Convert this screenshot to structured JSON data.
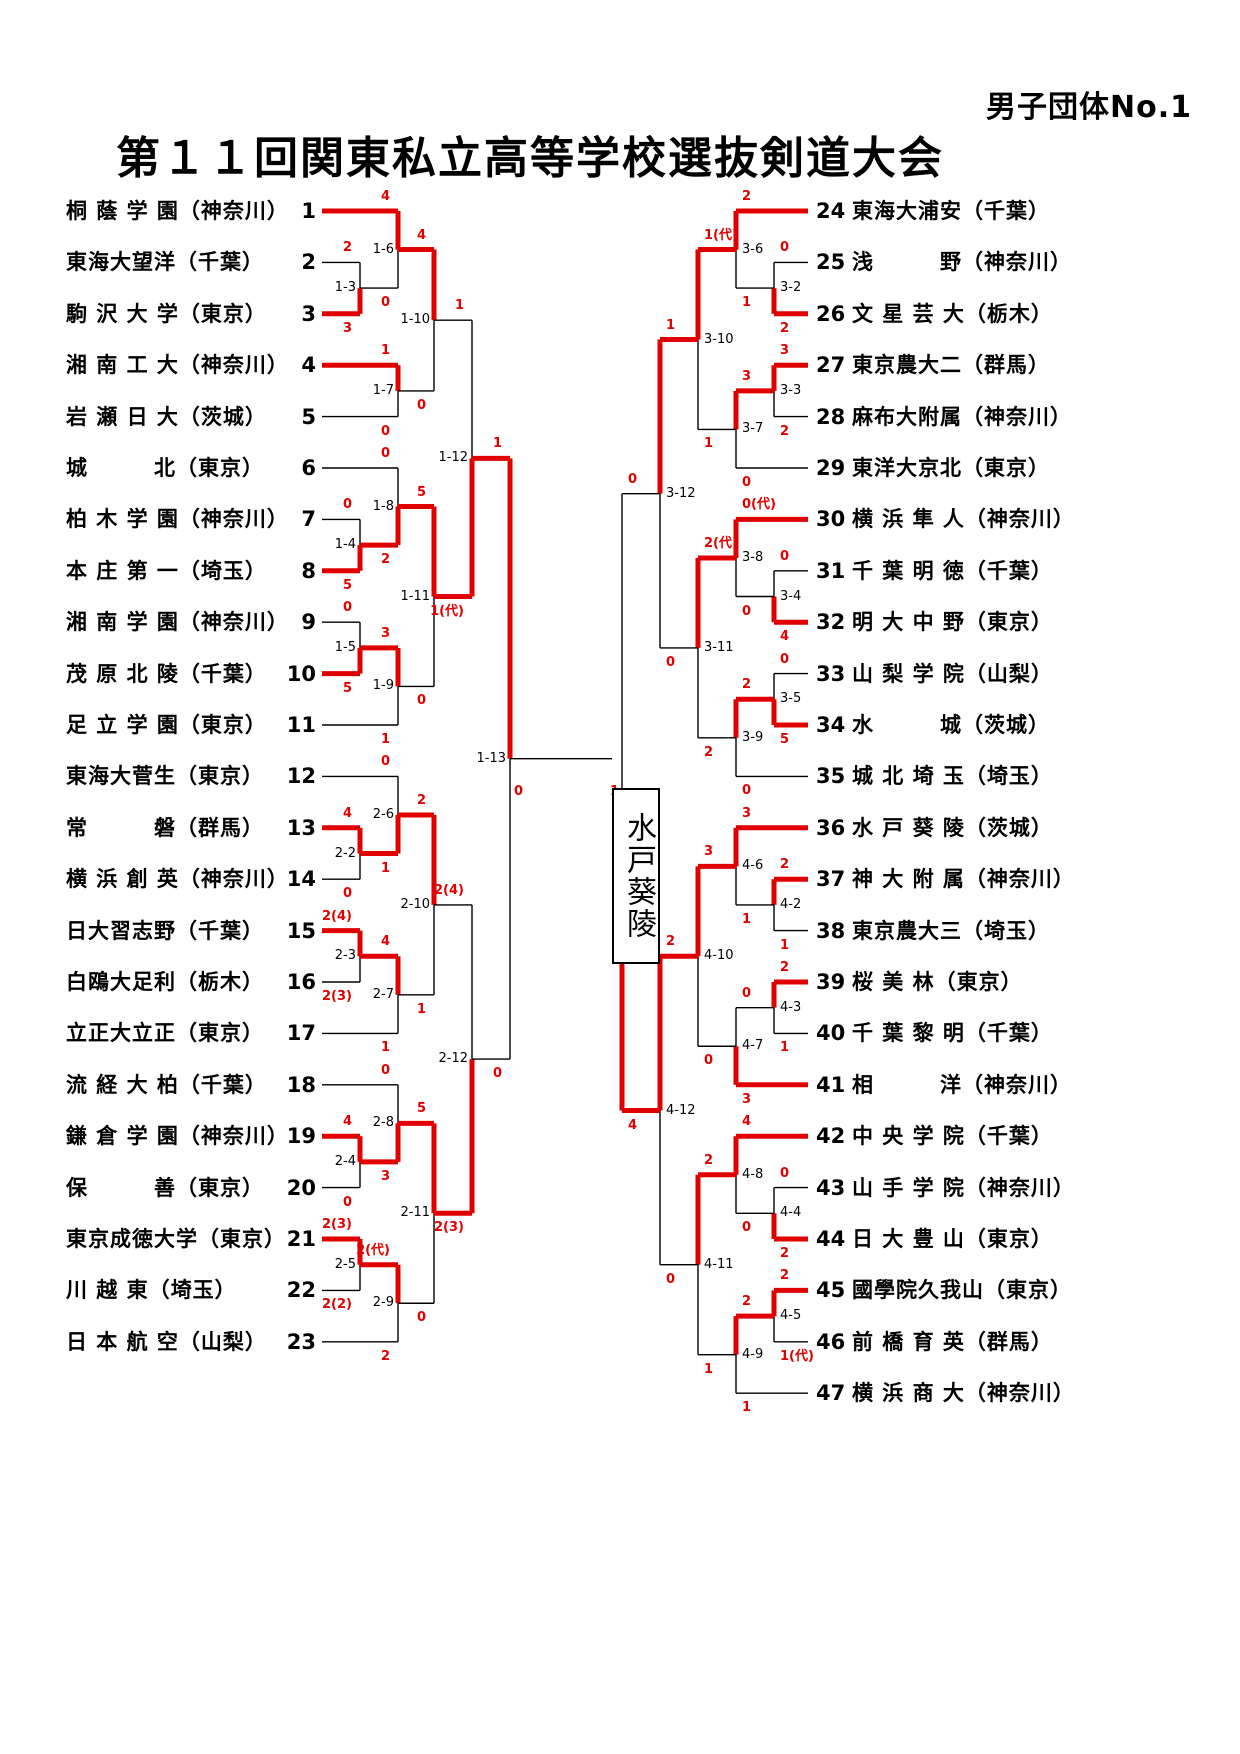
{
  "header": {
    "label": "男子団体No.1",
    "title": "第１１回関東私立高等学校選抜剣道大会"
  },
  "champion": "水戸葵陵",
  "colors": {
    "winner_line": "#e00000",
    "plain_line": "#000000"
  },
  "teams_left": [
    {
      "num": "1",
      "name": "桐蔭学園",
      "pref": "神奈川"
    },
    {
      "num": "2",
      "name": "東海大望洋",
      "pref": "千葉"
    },
    {
      "num": "3",
      "name": "駒沢大学",
      "pref": "東京"
    },
    {
      "num": "4",
      "name": "湘南工大",
      "pref": "神奈川"
    },
    {
      "num": "5",
      "name": "岩瀬日大",
      "pref": "茨城"
    },
    {
      "num": "6",
      "name": "城北",
      "pref": "東京"
    },
    {
      "num": "7",
      "name": "柏木学園",
      "pref": "神奈川"
    },
    {
      "num": "8",
      "name": "本庄第一",
      "pref": "埼玉"
    },
    {
      "num": "9",
      "name": "湘南学園",
      "pref": "神奈川"
    },
    {
      "num": "10",
      "name": "茂原北陵",
      "pref": "千葉"
    },
    {
      "num": "11",
      "name": "足立学園",
      "pref": "東京"
    },
    {
      "num": "12",
      "name": "東海大菅生",
      "pref": "東京"
    },
    {
      "num": "13",
      "name": "常磐",
      "pref": "群馬"
    },
    {
      "num": "14",
      "name": "横浜創英",
      "pref": "神奈川"
    },
    {
      "num": "15",
      "name": "日大習志野",
      "pref": "千葉"
    },
    {
      "num": "16",
      "name": "白鴎大足利",
      "pref": "栃木"
    },
    {
      "num": "17",
      "name": "立正大立正",
      "pref": "東京"
    },
    {
      "num": "18",
      "name": "流経大柏",
      "pref": "千葉"
    },
    {
      "num": "19",
      "name": "鎌倉学園",
      "pref": "神奈川"
    },
    {
      "num": "20",
      "name": "保善",
      "pref": "東京"
    },
    {
      "num": "21",
      "name": "東京成徳大学",
      "pref": "東京"
    },
    {
      "num": "22",
      "name": "川越東",
      "pref": "埼玉"
    },
    {
      "num": "23",
      "name": "日本航空",
      "pref": "山梨"
    }
  ],
  "teams_right": [
    {
      "num": "24",
      "name": "東海大浦安",
      "pref": "千葉"
    },
    {
      "num": "25",
      "name": "浅野",
      "pref": "神奈川"
    },
    {
      "num": "26",
      "name": "文星芸大",
      "pref": "栃木"
    },
    {
      "num": "27",
      "name": "東京農大二",
      "pref": "群馬"
    },
    {
      "num": "28",
      "name": "麻布大附属",
      "pref": "神奈川"
    },
    {
      "num": "29",
      "name": "東洋大京北",
      "pref": "東京"
    },
    {
      "num": "30",
      "name": "横浜隼人",
      "pref": "神奈川"
    },
    {
      "num": "31",
      "name": "千葉明徳",
      "pref": "千葉"
    },
    {
      "num": "32",
      "name": "明大中野",
      "pref": "東京"
    },
    {
      "num": "33",
      "name": "山梨学院",
      "pref": "山梨"
    },
    {
      "num": "34",
      "name": "水城",
      "pref": "茨城"
    },
    {
      "num": "35",
      "name": "城北埼玉",
      "pref": "埼玉"
    },
    {
      "num": "36",
      "name": "水戸葵陵",
      "pref": "茨城"
    },
    {
      "num": "37",
      "name": "神大附属",
      "pref": "神奈川"
    },
    {
      "num": "38",
      "name": "東京農大三",
      "pref": "埼玉"
    },
    {
      "num": "39",
      "name": "桜美林",
      "pref": "東京"
    },
    {
      "num": "40",
      "name": "千葉黎明",
      "pref": "千葉"
    },
    {
      "num": "41",
      "name": "相洋",
      "pref": "神奈川"
    },
    {
      "num": "42",
      "name": "中央学院",
      "pref": "千葉"
    },
    {
      "num": "43",
      "name": "山手学院",
      "pref": "神奈川"
    },
    {
      "num": "44",
      "name": "日大豊山",
      "pref": "東京"
    },
    {
      "num": "45",
      "name": "國學院久我山",
      "pref": "東京"
    },
    {
      "num": "46",
      "name": "前橋育英",
      "pref": "群馬"
    },
    {
      "num": "47",
      "name": "横浜商大",
      "pref": "神奈川"
    }
  ],
  "matches": [
    {
      "id": "1-3",
      "top_score": "2",
      "bottom_score": "3",
      "winner": "bottom"
    },
    {
      "id": "1-6",
      "top_score": "4",
      "bottom_score": "0",
      "winner": "top"
    },
    {
      "id": "1-7",
      "top_score": "1",
      "bottom_score": "0",
      "winner": "top"
    },
    {
      "id": "1-10",
      "top_score": "4",
      "bottom_score": "0",
      "winner": "top"
    },
    {
      "id": "1-4",
      "top_score": "0",
      "bottom_score": "5",
      "winner": "bottom"
    },
    {
      "id": "1-8",
      "top_score": "0",
      "bottom_score": "2",
      "winner": "bottom"
    },
    {
      "id": "1-5",
      "top_score": "0",
      "bottom_score": "5",
      "winner": "bottom"
    },
    {
      "id": "1-9",
      "top_score": "3",
      "bottom_score": "1",
      "winner": "top"
    },
    {
      "id": "1-11",
      "top_score": "5",
      "bottom_score": "0",
      "winner": "top"
    },
    {
      "id": "1-12",
      "top_score": "1",
      "bottom_score": "1(代)",
      "winner": "bottom"
    },
    {
      "id": "2-2",
      "top_score": "4",
      "bottom_score": "0",
      "winner": "top"
    },
    {
      "id": "2-6",
      "top_score": "0",
      "bottom_score": "1",
      "winner": "bottom"
    },
    {
      "id": "2-3",
      "top_score": "2(4)",
      "bottom_score": "2(3)",
      "winner": "top"
    },
    {
      "id": "2-7",
      "top_score": "4",
      "bottom_score": "1",
      "winner": "top"
    },
    {
      "id": "2-10",
      "top_score": "2",
      "bottom_score": "1",
      "winner": "top"
    },
    {
      "id": "2-4",
      "top_score": "4",
      "bottom_score": "0",
      "winner": "top"
    },
    {
      "id": "2-8",
      "top_score": "0",
      "bottom_score": "3",
      "winner": "bottom"
    },
    {
      "id": "2-5",
      "top_score": "2(3)",
      "bottom_score": "2(2)",
      "winner": "top"
    },
    {
      "id": "2-9",
      "top_score": "2(代)",
      "bottom_score": "2",
      "winner": "top"
    },
    {
      "id": "2-11",
      "top_score": "5",
      "bottom_score": "0",
      "winner": "top"
    },
    {
      "id": "2-12",
      "top_score": "2(4)",
      "bottom_score": "2(3)",
      "winner": "bottom"
    },
    {
      "id": "1-13",
      "top_score": "1",
      "bottom_score": "0",
      "winner": "top"
    },
    {
      "id": "3-2",
      "top_score": "0",
      "bottom_score": "2",
      "winner": "bottom"
    },
    {
      "id": "3-6",
      "top_score": "2",
      "bottom_score": "1",
      "winner": "top"
    },
    {
      "id": "3-3",
      "top_score": "3",
      "bottom_score": "2",
      "winner": "top"
    },
    {
      "id": "3-7",
      "top_score": "3",
      "bottom_score": "0",
      "winner": "top"
    },
    {
      "id": "3-10",
      "top_score": "1(代)",
      "bottom_score": "1",
      "winner": "top"
    },
    {
      "id": "3-4",
      "top_score": "0",
      "bottom_score": "4",
      "winner": "bottom"
    },
    {
      "id": "3-8",
      "top_score": "0(代)",
      "bottom_score": "0",
      "winner": "top"
    },
    {
      "id": "3-5",
      "top_score": "0",
      "bottom_score": "5",
      "winner": "bottom"
    },
    {
      "id": "3-9",
      "top_score": "2",
      "bottom_score": "0",
      "winner": "top"
    },
    {
      "id": "3-11",
      "top_score": "2(代)",
      "bottom_score": "2",
      "winner": "top"
    },
    {
      "id": "3-12",
      "top_score": "1",
      "bottom_score": "0",
      "winner": "top"
    },
    {
      "id": "4-2",
      "top_score": "2",
      "bottom_score": "1",
      "winner": "top"
    },
    {
      "id": "4-6",
      "top_score": "3",
      "bottom_score": "1",
      "winner": "top"
    },
    {
      "id": "4-3",
      "top_score": "2",
      "bottom_score": "1",
      "winner": "top"
    },
    {
      "id": "4-7",
      "top_score": "0",
      "bottom_score": "3",
      "winner": "bottom"
    },
    {
      "id": "4-10",
      "top_score": "3",
      "bottom_score": "0",
      "winner": "top"
    },
    {
      "id": "4-4",
      "top_score": "0",
      "bottom_score": "2",
      "winner": "bottom"
    },
    {
      "id": "4-8",
      "top_score": "4",
      "bottom_score": "0",
      "winner": "top"
    },
    {
      "id": "4-5",
      "top_score": "2",
      "bottom_score": "1(代)",
      "winner": "top"
    },
    {
      "id": "4-9",
      "top_score": "2",
      "bottom_score": "1",
      "winner": "top"
    },
    {
      "id": "4-11",
      "top_score": "2",
      "bottom_score": "1",
      "winner": "top"
    },
    {
      "id": "4-12",
      "top_score": "2",
      "bottom_score": "0",
      "winner": "top"
    },
    {
      "id": "3-13",
      "top_score": "0",
      "bottom_score": "4",
      "winner": "bottom"
    },
    {
      "id": "final",
      "top_score": "0",
      "bottom_score": "1",
      "winner": "bottom"
    }
  ]
}
